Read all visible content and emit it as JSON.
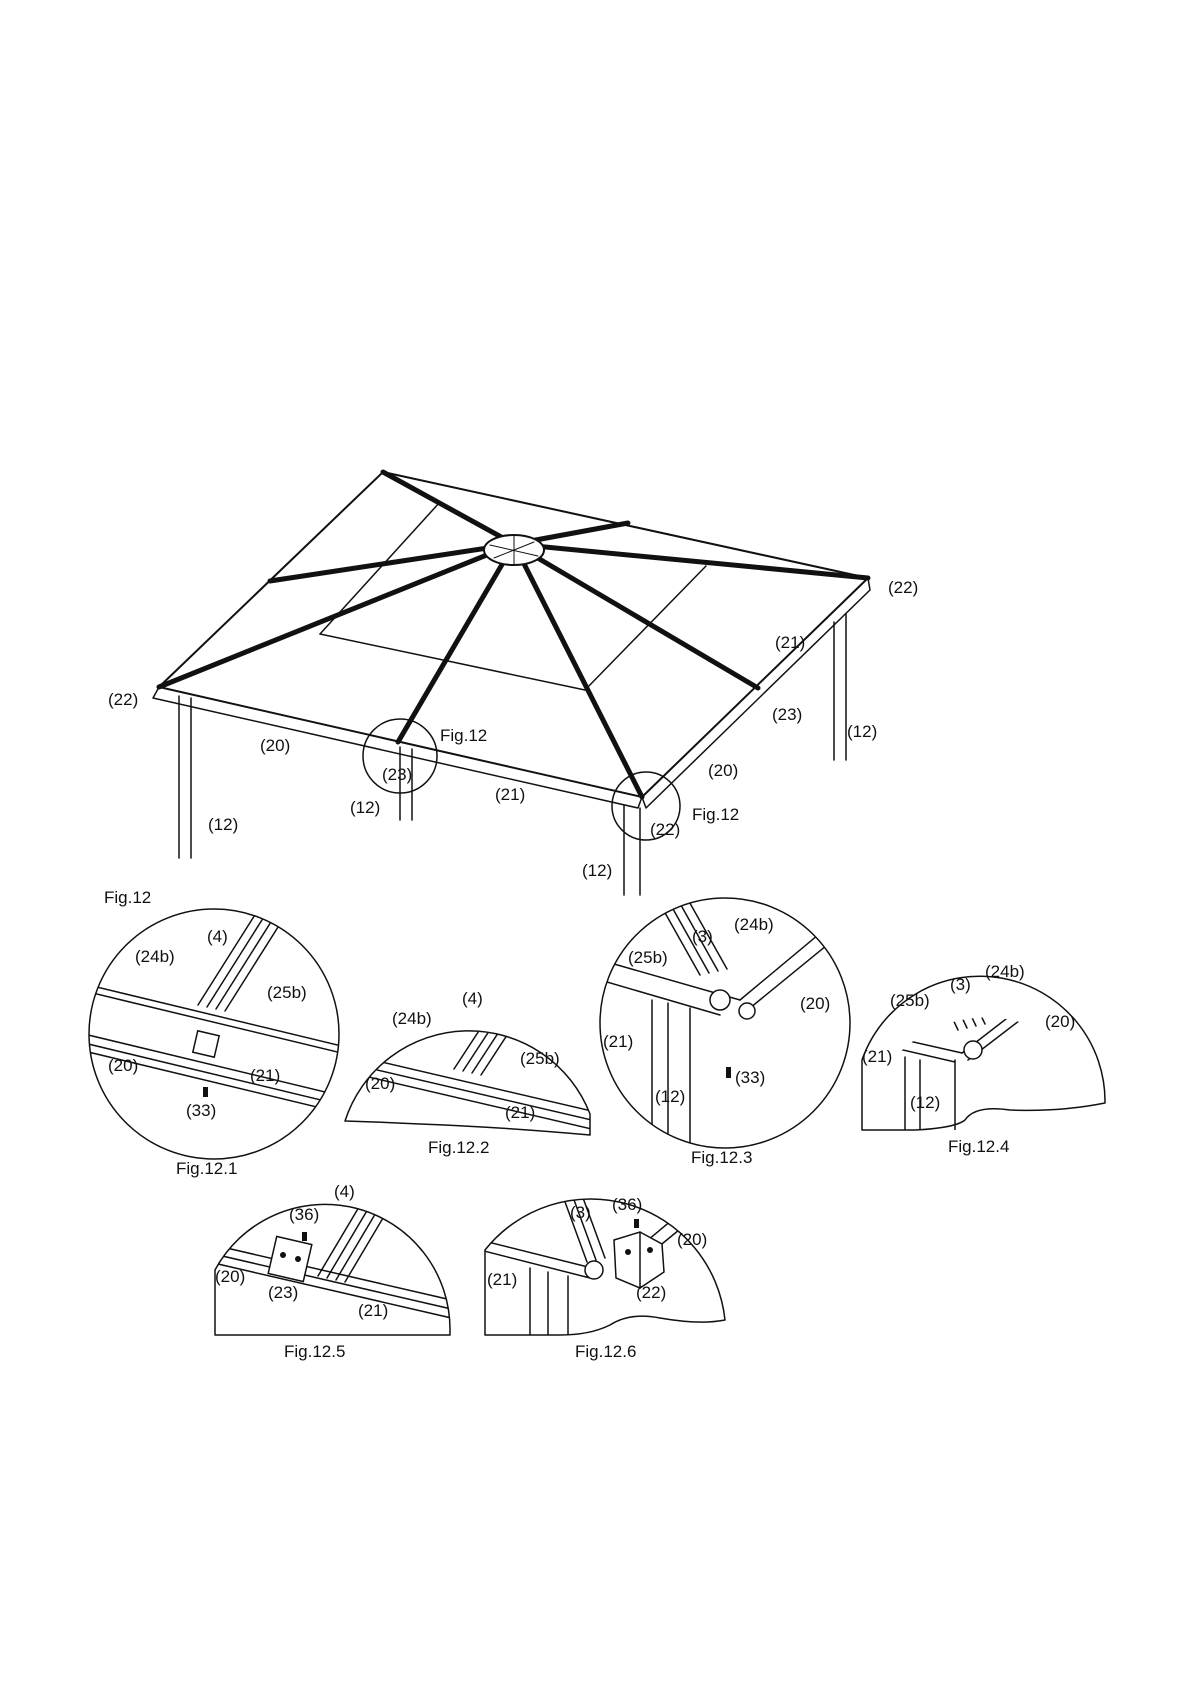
{
  "main_view": {
    "labels": {
      "l22_right": "(22)",
      "l21_right": "(21)",
      "l23_right": "(23)",
      "l12_right": "(12)",
      "l22_left": "(22)",
      "l20_left": "(20)",
      "l23_mid": "(23)",
      "fig12_mid": "Fig.12",
      "l12_leftpost": "(12)",
      "l12_mid": "(12)",
      "l21_front": "(21)",
      "l20_front": "(20)",
      "l22_corner": "(22)",
      "fig12_corner": "Fig.12",
      "l12_corner": "(12)"
    }
  },
  "details_title": "Fig.12",
  "details": {
    "d1": {
      "caption": "Fig.12.1",
      "labels": {
        "a": "(4)",
        "b": "(24b)",
        "c": "(25b)",
        "d": "(20)",
        "e": "(21)",
        "f": "(33)"
      }
    },
    "d2": {
      "caption": "Fig.12.2",
      "labels": {
        "a": "(4)",
        "b": "(24b)",
        "c": "(25b)",
        "d": "(20)",
        "e": "(21)"
      }
    },
    "d3": {
      "caption": "Fig.12.3",
      "labels": {
        "a": "(3)",
        "b": "(24b)",
        "c": "(25b)",
        "d": "(20)",
        "e": "(21)",
        "f": "(12)",
        "g": "(33)"
      }
    },
    "d4": {
      "caption": "Fig.12.4",
      "labels": {
        "a": "(3)",
        "b": "(24b)",
        "c": "(25b)",
        "d": "(20)",
        "e": "(21)",
        "f": "(12)"
      }
    },
    "d5": {
      "caption": "Fig.12.5",
      "labels": {
        "a": "(4)",
        "b": "(36)",
        "c": "(20)",
        "d": "(23)",
        "e": "(21)"
      }
    },
    "d6": {
      "caption": "Fig.12.6",
      "labels": {
        "a": "(3)",
        "b": "(36)",
        "c": "(20)",
        "d": "(21)",
        "e": "(22)"
      }
    }
  }
}
